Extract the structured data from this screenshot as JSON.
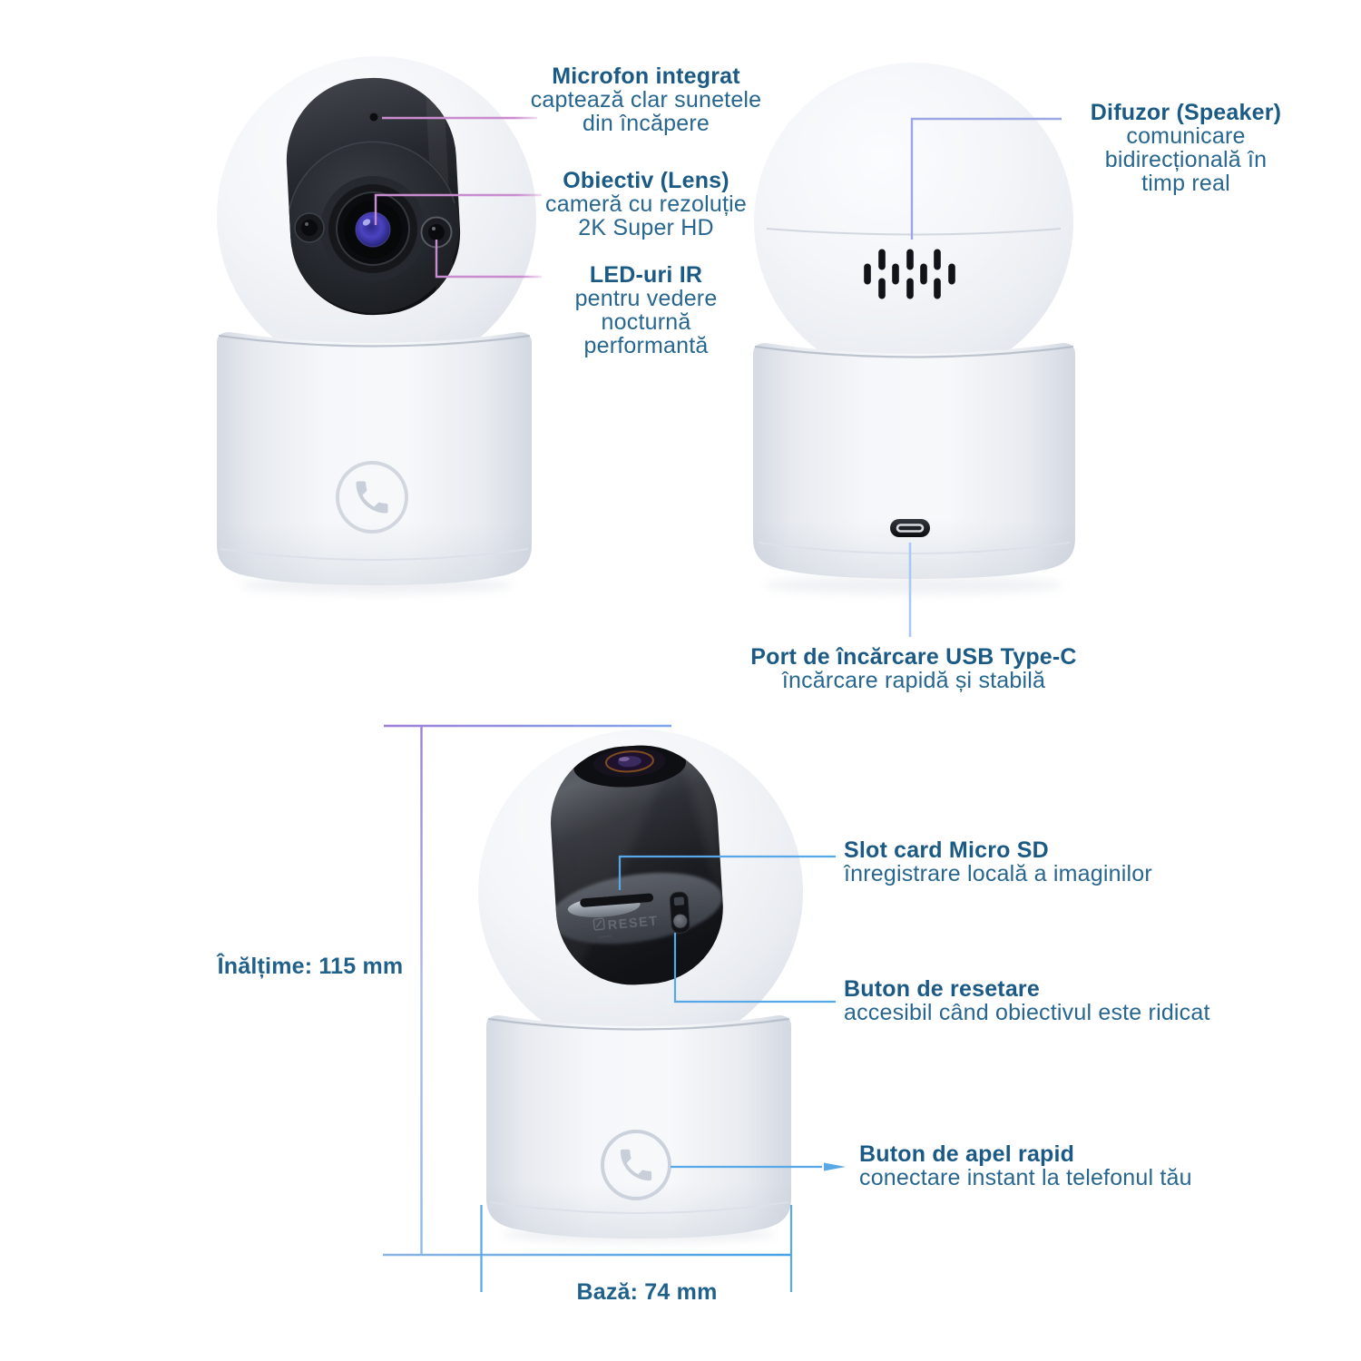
{
  "title": "Diagrama camerei de supraveghere – vederi anotate",
  "colors": {
    "title_text": "#1a5a84",
    "body_text": "#27668f",
    "dim_text": "#20618c",
    "leader_pink": "#cb8ccf",
    "leader_periwinkle": "#9ba8e4",
    "leader_blue_light": "#a9c9f2",
    "leader_sky": "#58a7e6",
    "dim_violet": "#9c7fd6",
    "dim_blue": "#46a2e8"
  },
  "annotations": {
    "microphone": {
      "title": "Microfon integrat",
      "lines": [
        "captează clar sunetele",
        "din încăpere"
      ]
    },
    "lens": {
      "title": "Obiectiv (Lens)",
      "lines": [
        "cameră cu rezoluție",
        "2K Super HD"
      ]
    },
    "ir_leds": {
      "title": "LED-uri IR",
      "lines": [
        "pentru vedere",
        "nocturnă",
        "performantă"
      ]
    },
    "speaker": {
      "title": "Difuzor (Speaker)",
      "lines": [
        "comunicare",
        "bidirecțională în",
        "timp real"
      ]
    },
    "usb_port": {
      "title": "Port de încărcare USB Type-C",
      "lines": [
        "încărcare rapidă și stabilă"
      ]
    },
    "sd_slot": {
      "title": "Slot card Micro SD",
      "lines": [
        "înregistrare locală a imaginilor"
      ]
    },
    "reset_button": {
      "title": "Buton de resetare",
      "lines": [
        "accesibil când obiectivul este ridicat"
      ]
    },
    "call_button": {
      "title": "Buton de apel rapid",
      "lines": [
        "conectare instant la telefonul tău"
      ]
    }
  },
  "dimensions": {
    "height_label": "Înălțime: 115 mm",
    "base_label": "Bază: 74 mm"
  },
  "device": {
    "reset_engraving": "RESET"
  }
}
